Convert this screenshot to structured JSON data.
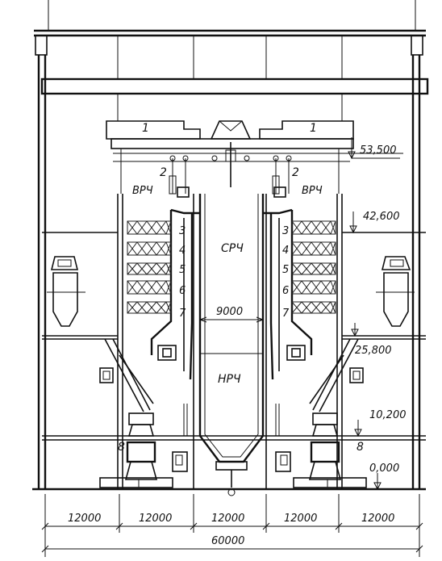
{
  "labels": {
    "crane_left": "1",
    "crane_right": "1",
    "burner_left": "2",
    "burner_right": "2",
    "vrch_left": "ВРЧ",
    "vrch_right": "ВРЧ",
    "srch": "СРЧ",
    "nrch": "НРЧ",
    "mill_left": "8",
    "mill_right": "8",
    "furnace_width": "9000"
  },
  "left_numbers": [
    "3",
    "4",
    "5",
    "6",
    "7"
  ],
  "right_numbers": [
    "3",
    "4",
    "5",
    "6",
    "7"
  ],
  "elevations": [
    "53,500",
    "42,600",
    "25,800",
    "10,200",
    "0,000"
  ],
  "spans": [
    "12000",
    "12000",
    "12000",
    "12000",
    "12000"
  ],
  "total_span": "60000"
}
